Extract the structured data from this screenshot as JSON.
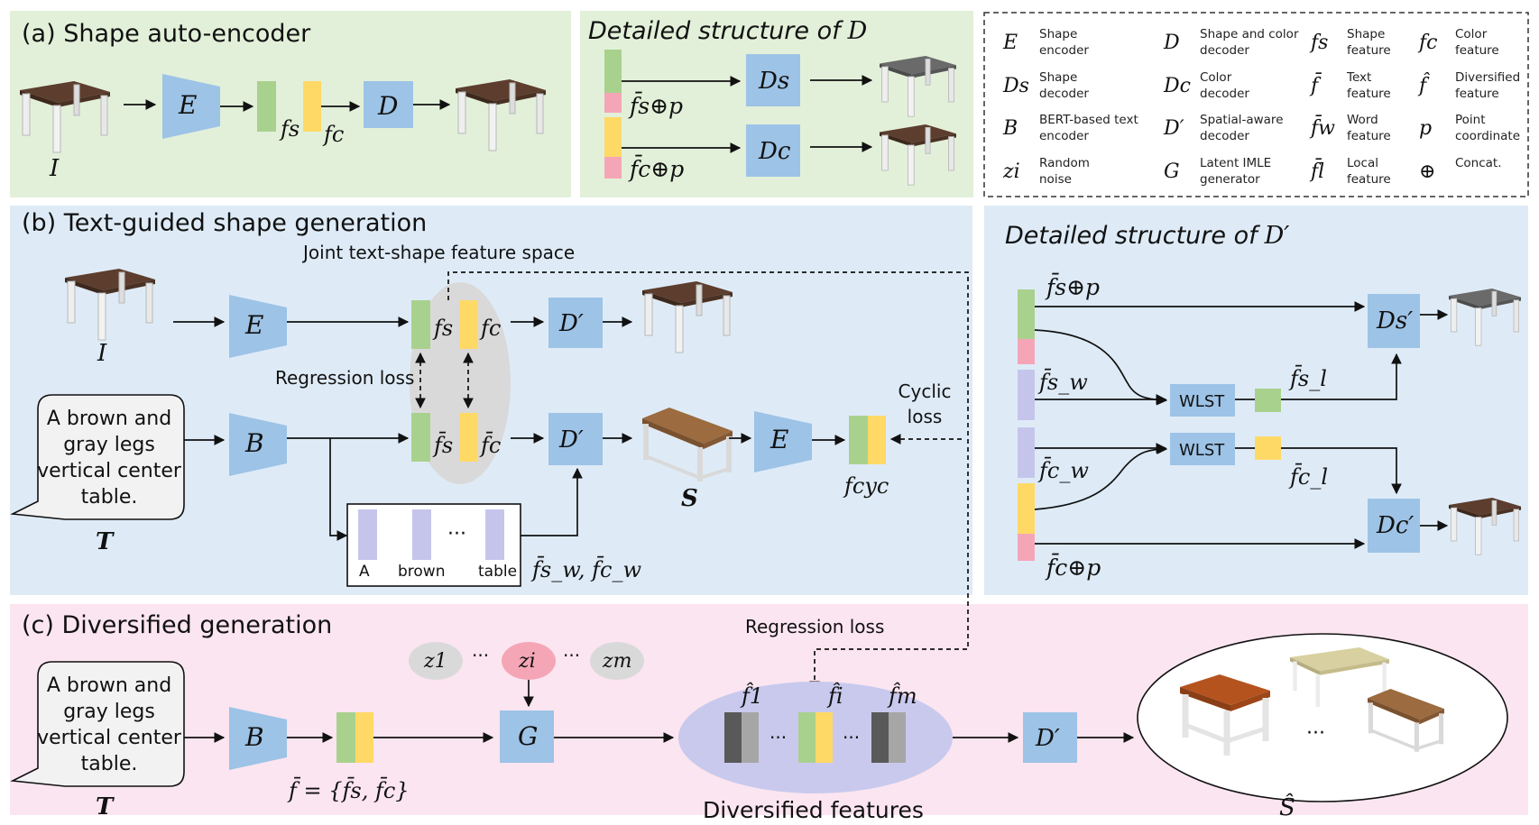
{
  "panels": {
    "a": "(a) Shape auto-encoder",
    "b": "(b) Text-guided shape generation",
    "c": "(c) Diversified generation",
    "detail_d_prefix": "Detailed structure of",
    "detail_d_sym": "D",
    "detail_dp_prefix": "Detailed structure of",
    "detail_dp_sym": "D′"
  },
  "symbols": {
    "E": "E",
    "D": "D",
    "B": "B",
    "G": "G",
    "Dp": "D′",
    "I": "I",
    "S": "S",
    "T": "T",
    "Shat": "Ŝ",
    "fs": "fs",
    "fc": "fc",
    "fsbar": "f̄s",
    "fcbar": "f̄c",
    "fcyc": "fcyc",
    "Ds": "Ds",
    "Dc": "Dc",
    "Dsp": "Ds′",
    "Dcp": "Dc′",
    "fs_concat": "f̄s⊕p",
    "fc_concat": "f̄c⊕p",
    "fsw": "f̄s_w",
    "fcw": "f̄c_w",
    "fsl": "f̄s_l",
    "fcl": "f̄c_l",
    "fsw_fcw": "f̄s_w, f̄c_w",
    "fbar_set": "f̄ = {f̄s, f̄c}",
    "z1": "z1",
    "zi": "zi",
    "zm": "zm",
    "fhat1": "f̂1",
    "fhati": "f̂i",
    "fhatm": "f̂m",
    "dots": "···"
  },
  "labels": {
    "joint_space": "Joint text-shape feature space",
    "regression_loss": "Regression loss",
    "cyclic_loss_1": "Cyclic",
    "cyclic_loss_2": "loss",
    "wlst": "WLST",
    "diversified_features": "Diversified features",
    "word_a": "A",
    "word_brown": "brown",
    "word_table": "table",
    "concat_symbol": "⊕"
  },
  "text_prompt": [
    "A brown and",
    "gray legs",
    "vertical center",
    "table."
  ],
  "legend": [
    {
      "sym": "E",
      "desc": [
        "Shape",
        "encoder"
      ]
    },
    {
      "sym": "D",
      "desc": [
        "Shape and color",
        "decoder"
      ]
    },
    {
      "sym": "fs",
      "desc": [
        "Shape",
        "feature"
      ]
    },
    {
      "sym": "fc",
      "desc": [
        "Color",
        "feature"
      ]
    },
    {
      "sym": "Ds",
      "desc": [
        "Shape",
        "decoder"
      ]
    },
    {
      "sym": "Dc",
      "desc": [
        "Color",
        "decoder"
      ]
    },
    {
      "sym": "f̄",
      "desc": [
        "Text",
        "feature"
      ]
    },
    {
      "sym": "f̂",
      "desc": [
        "Diversified",
        "feature"
      ]
    },
    {
      "sym": "B",
      "desc": [
        "BERT-based text",
        "encoder"
      ]
    },
    {
      "sym": "D′",
      "desc": [
        "Spatial-aware",
        "decoder"
      ]
    },
    {
      "sym": "f̄w",
      "desc": [
        "Word",
        "feature"
      ]
    },
    {
      "sym": "p",
      "desc": [
        "Point",
        "coordinate"
      ]
    },
    {
      "sym": "zi",
      "desc": [
        "Random",
        "noise"
      ]
    },
    {
      "sym": "G",
      "desc": [
        "Latent IMLE",
        "generator"
      ]
    },
    {
      "sym": "f̄l",
      "desc": [
        "Local",
        "feature"
      ]
    },
    {
      "sym": "⊕",
      "desc": [
        "Concat.",
        ""
      ]
    }
  ],
  "colors": {
    "panel_a_bg": "#e2f0d9",
    "panel_b_bg": "#deebf7",
    "panel_c_bg": "#fbe5f0",
    "block": "#9dc3e6",
    "shape_feature": "#a9d18e",
    "color_feature": "#ffd966",
    "point_coord": "#f4a6b7",
    "word_feature": "#c5c5ec",
    "noise_zi": "#f4a6b7",
    "noise_gray": "#d9d9d9",
    "latent_ellipse": "#c9c9ee",
    "joint_ellipse": "#d9d9d9",
    "table_top_brown": "#5c3d2e",
    "table_top_gray": "#6a6a6a"
  },
  "icons": [
    "table-render-icon",
    "arrow-icon",
    "dashed-arrow-icon",
    "speech-bubble-icon"
  ]
}
